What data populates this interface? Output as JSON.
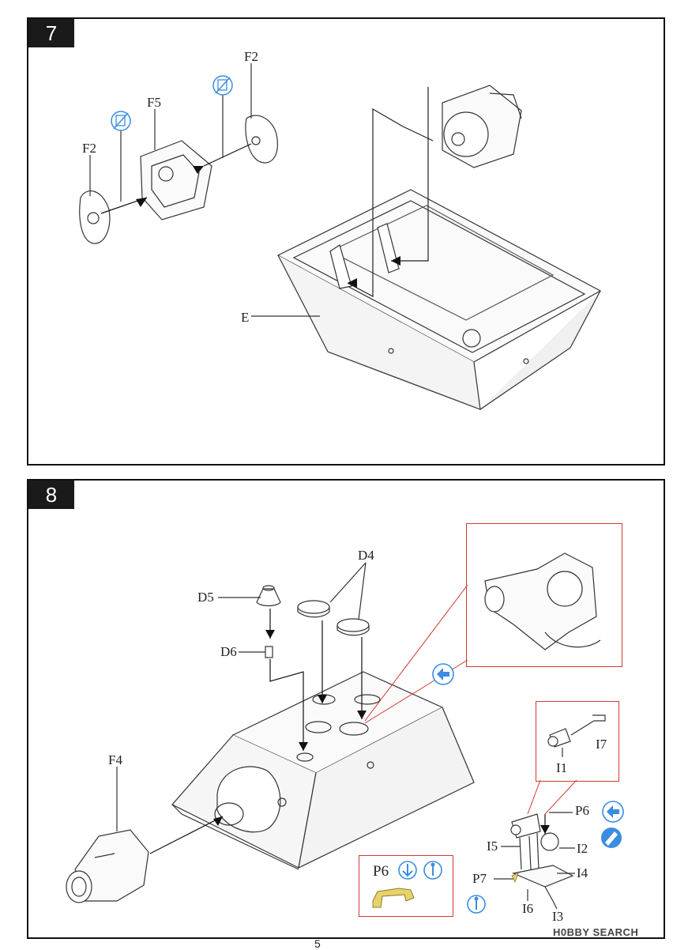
{
  "steps": [
    {
      "number": "7"
    },
    {
      "number": "8"
    }
  ],
  "step7": {
    "labels": {
      "f2_top": "F2",
      "f5": "F5",
      "f2_left": "F2",
      "e": "E"
    }
  },
  "step8": {
    "labels": {
      "d4": "D4",
      "d5": "D5",
      "d6": "D6",
      "f4": "F4",
      "i7": "I7",
      "i1": "I1",
      "p6_right": "P6",
      "i5": "I5",
      "i2": "I2",
      "p7": "P7",
      "i4": "I4",
      "i6": "I6",
      "i3": "I3",
      "p6_box": "P6"
    }
  },
  "footer": {
    "page_number": "5",
    "watermark": "H0BBY SEARCH"
  },
  "colors": {
    "icon_blue": "#3b8de0",
    "callout_red": "#d23a32",
    "part_yellow": "#e8d36a"
  },
  "icons": [
    "no-glue-icon",
    "no-glue-icon",
    "flip-icon",
    "flip-icon",
    "paint-icon",
    "fold-down-icon",
    "bend-icon",
    "bend-icon"
  ]
}
